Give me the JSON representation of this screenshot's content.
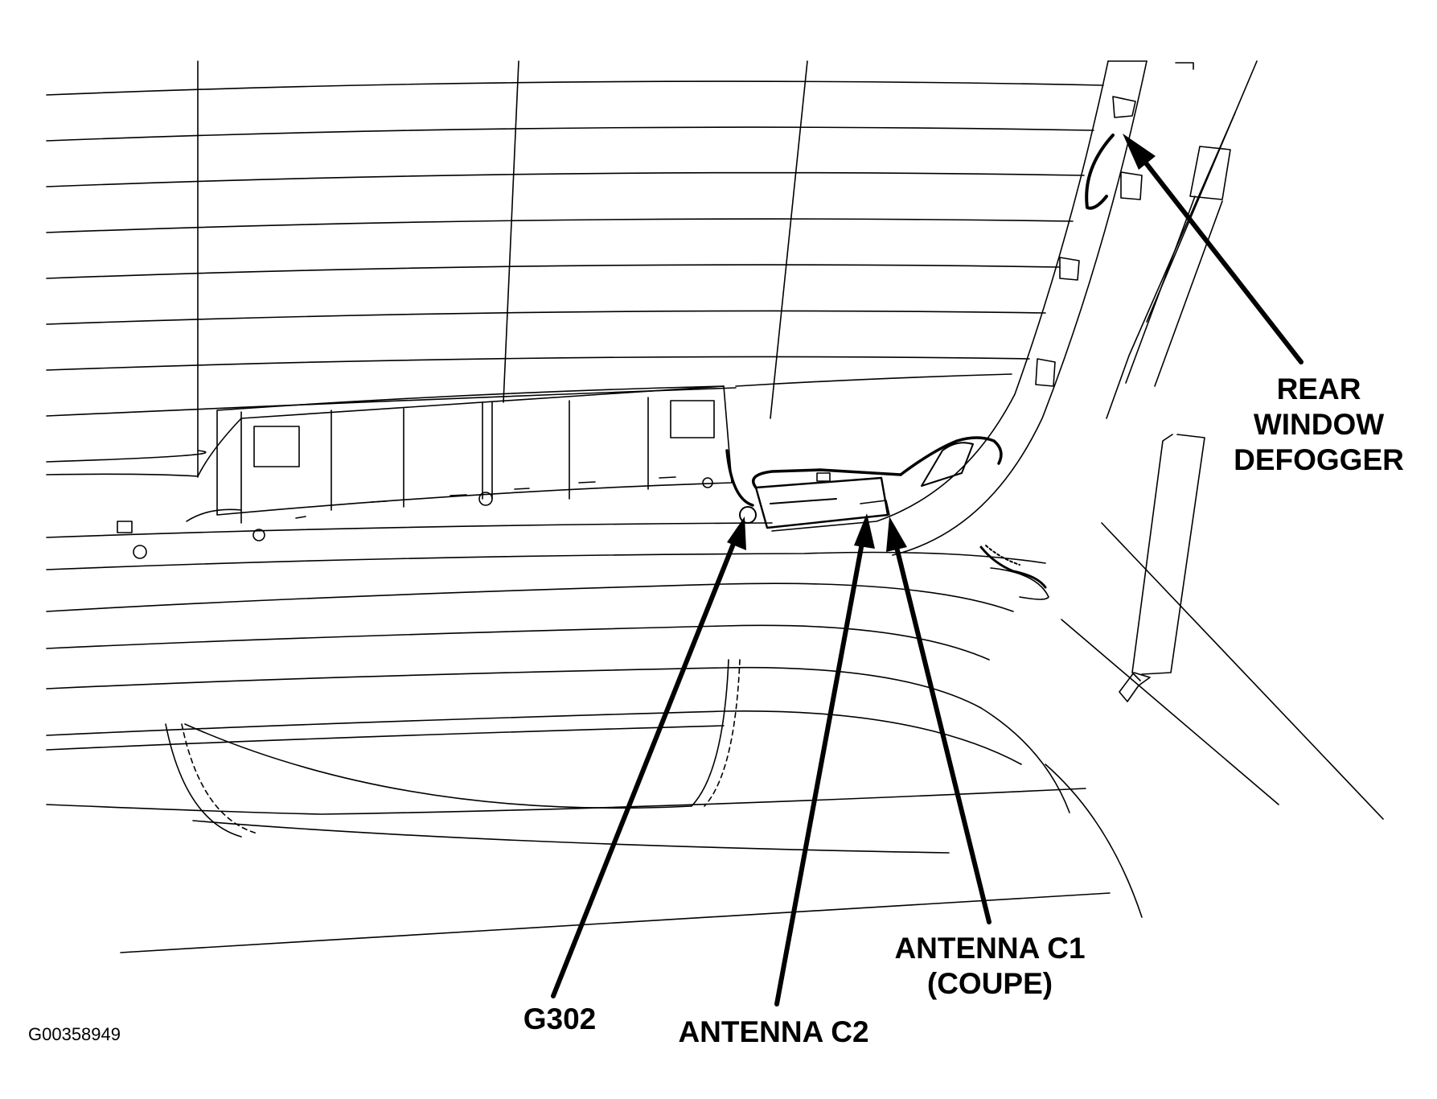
{
  "labels": {
    "rear_window_defogger": [
      "REAR",
      "WINDOW",
      "DEFOGGER"
    ],
    "antenna_c1": [
      "ANTENNA C1",
      "(COUPE)"
    ],
    "antenna_c2": "ANTENNA C2",
    "g302": "G302"
  },
  "figure_id": "G00358949",
  "colors": {
    "line": "#000000",
    "background": "#ffffff"
  }
}
